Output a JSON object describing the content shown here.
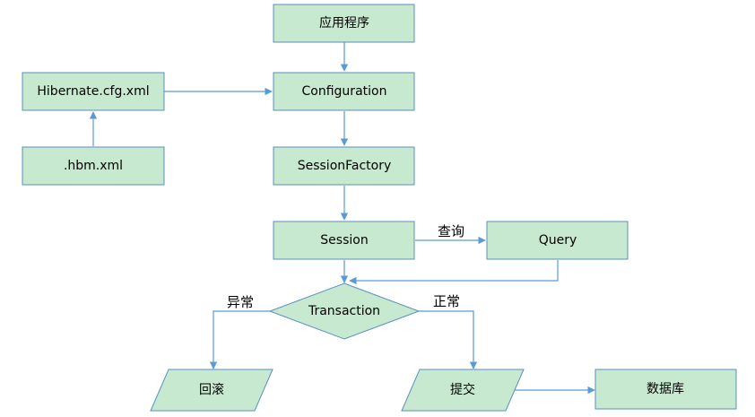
{
  "colors": {
    "node_fill": "#c6e9cf",
    "node_stroke": "#5b8fbf",
    "edge": "#5b9bd5",
    "text": "#000000"
  },
  "nodes": {
    "app": "应用程序",
    "hibernate_cfg": "Hibernate.cfg.xml",
    "configuration": "Configuration",
    "hbm": ".hbm.xml",
    "session_factory": "SessionFactory",
    "session": "Session",
    "query": "Query",
    "transaction": "Transaction",
    "rollback": "回滚",
    "commit": "提交",
    "database": "数据库"
  },
  "edge_labels": {
    "query": "查询",
    "exception": "异常",
    "normal": "正常"
  }
}
